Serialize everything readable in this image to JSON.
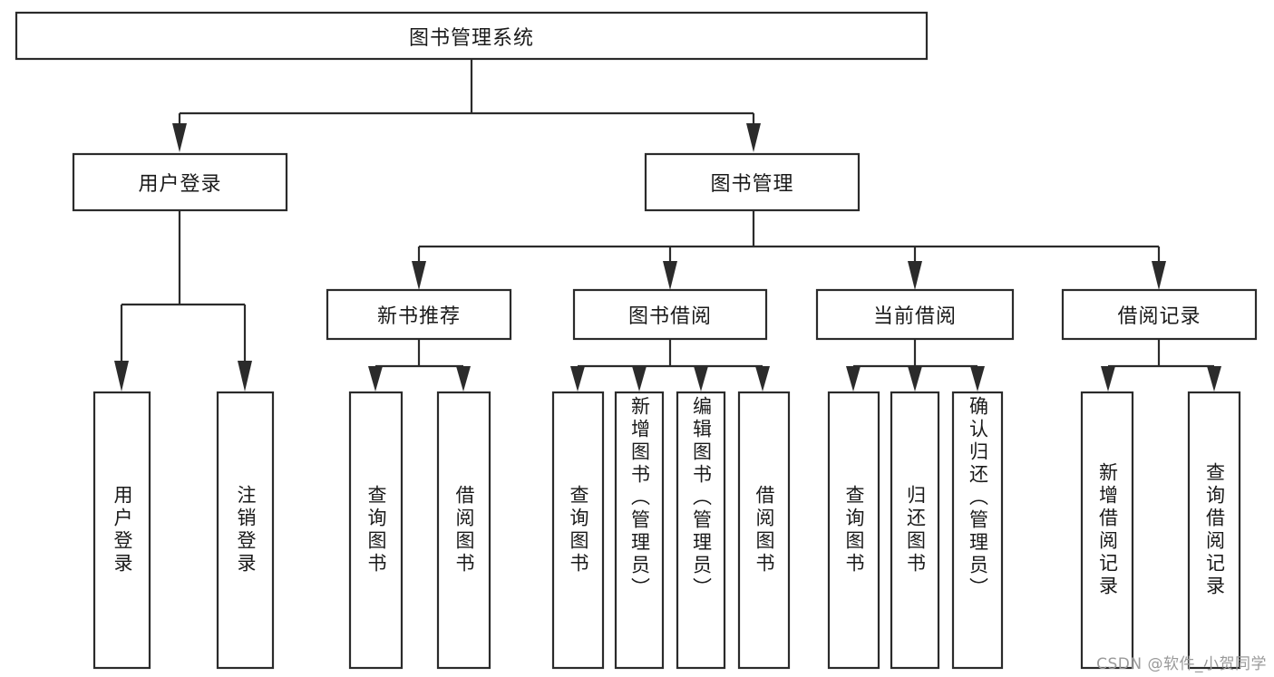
{
  "diagram": {
    "type": "tree",
    "title": "图书管理系统",
    "orientation": "top-down",
    "colors": {
      "box_stroke": "#2b2b2b",
      "box_fill": "#ffffff",
      "text": "#1a1a1a",
      "background": "#ffffff",
      "watermark": "#9a9a9a"
    },
    "root": {
      "label": "图书管理系统"
    },
    "level2": [
      {
        "label": "用户登录"
      },
      {
        "label": "图书管理"
      }
    ],
    "level3": [
      {
        "label": "新书推荐"
      },
      {
        "label": "图书借阅"
      },
      {
        "label": "当前借阅"
      },
      {
        "label": "借阅记录"
      }
    ],
    "leaves": {
      "user_login": [
        {
          "label": "用户登录"
        },
        {
          "label": "注销登录"
        }
      ],
      "new_book_recommend": [
        {
          "label": "查询图书"
        },
        {
          "label": "借阅图书"
        }
      ],
      "book_borrow": [
        {
          "label": "查询图书"
        },
        {
          "label": "新增图书（管理员）"
        },
        {
          "label": "编辑图书（管理员）"
        },
        {
          "label": "借阅图书"
        }
      ],
      "current_borrow": [
        {
          "label": "查询图书"
        },
        {
          "label": "归还图书"
        },
        {
          "label": "确认归还（管理员）"
        }
      ],
      "borrow_record": [
        {
          "label": "新增借阅记录"
        },
        {
          "label": "查询借阅记录"
        }
      ]
    }
  },
  "watermark": {
    "text": "CSDN @软件_小贺同学"
  }
}
